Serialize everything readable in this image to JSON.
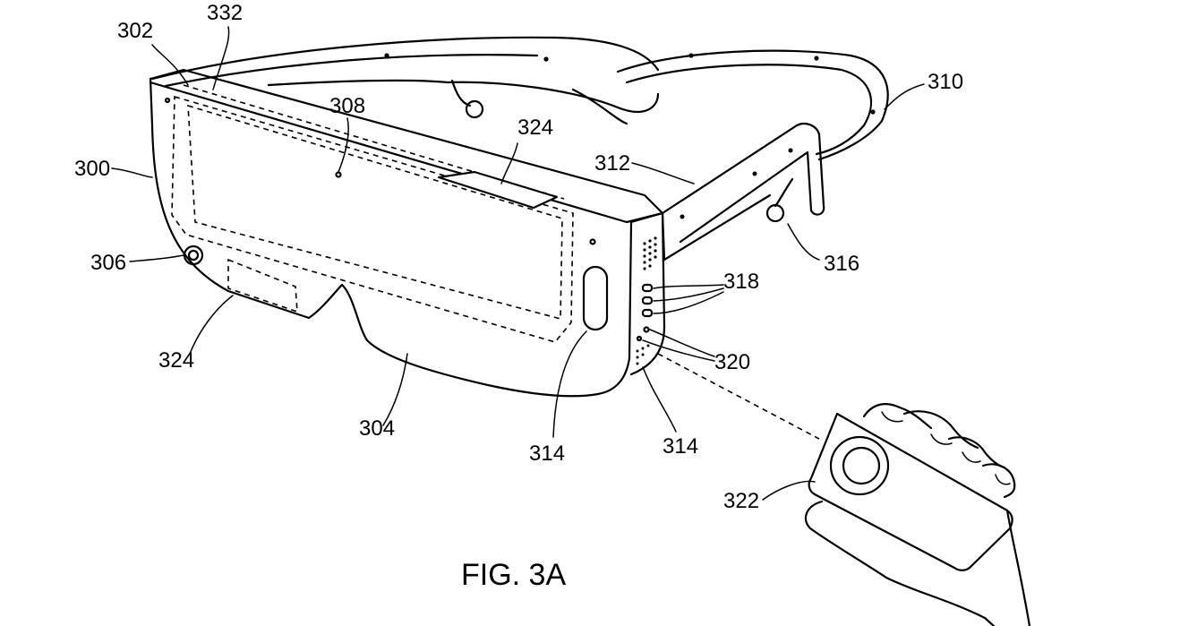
{
  "figure": {
    "caption": "FIG. 3A",
    "labels": {
      "l300": "300",
      "l302": "302",
      "l332": "332",
      "l308": "308",
      "l324_top": "324",
      "l312": "312",
      "l310": "310",
      "l316": "316",
      "l318": "318",
      "l320": "320",
      "l306": "306",
      "l324_left": "324",
      "l304": "304",
      "l314_a": "314",
      "l314_b": "314",
      "l322": "322"
    }
  }
}
